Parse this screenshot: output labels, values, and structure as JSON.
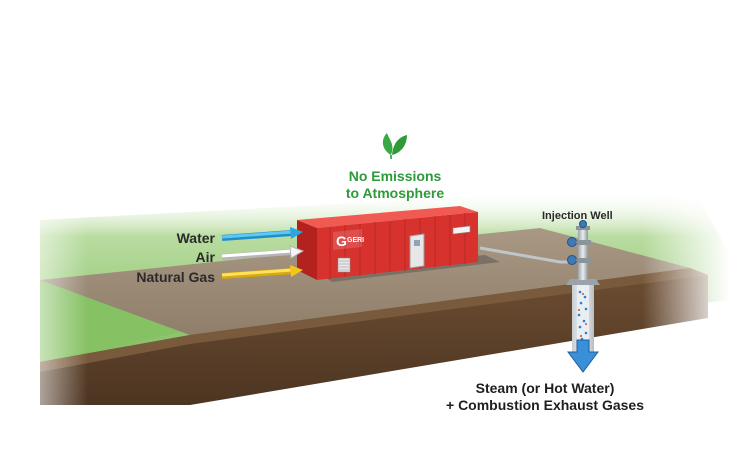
{
  "labels": {
    "emissions": [
      "No Emissions",
      "to Atmosphere"
    ],
    "inputs": {
      "water": "Water",
      "air": "Air",
      "natural_gas": "Natural Gas"
    },
    "injection_well": "Injection Well",
    "output": [
      "Steam (or Hot Water)",
      "+ Combustion Exhaust Gases"
    ]
  },
  "unit": {
    "logo_text": "GERI"
  },
  "colors": {
    "leaf_green": "#3aa845",
    "unit_red": "#d8322f",
    "water_arrow": "#2aa7e0",
    "air_arrow": "#ffffff",
    "gas_arrow": "#f5c518",
    "output_arrow": "#3a8fd9",
    "grass": "#8cc66a",
    "pad": "#9a8a76"
  },
  "icons": {
    "leaf": "leaf-icon"
  }
}
